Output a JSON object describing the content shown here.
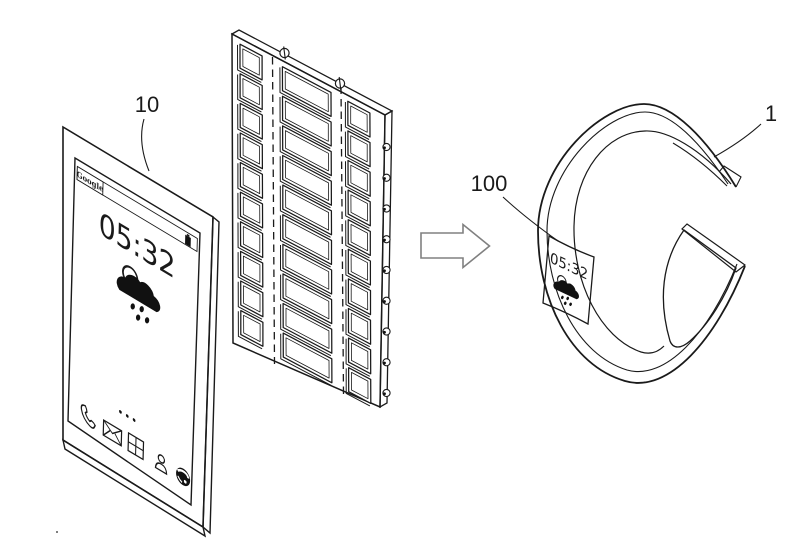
{
  "figure": {
    "background": "#ffffff",
    "line_color": "#1a1a1a",
    "arrow_outline_color": "#808080"
  },
  "labels": {
    "phone_ref": "10",
    "band_display_ref": "100",
    "band_ref": "1"
  },
  "phone": {
    "search_label": "Google",
    "time": "05:32",
    "status_icon": "battery-icon",
    "weather_icon": "sun-rain-cloud-icon",
    "page_indicator_dots": 3,
    "dock_icons": [
      "phone-call-icon",
      "mail-icon",
      "apps-grid-icon",
      "contacts-icon",
      "browser-icon"
    ]
  },
  "panel": {
    "cell_columns": 3,
    "cell_rows": 10,
    "fold_lines": 2,
    "top_pins": 2,
    "side_screws": 9
  },
  "band": {
    "time": "05:32",
    "weather_icon": "sun-rain-cloud-icon"
  }
}
